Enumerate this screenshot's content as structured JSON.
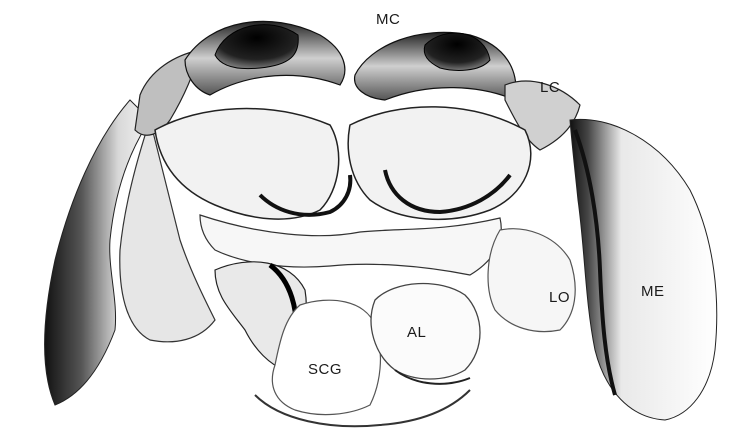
{
  "figure": {
    "subject": "brain",
    "labels": {
      "mc": "MC",
      "lc": "LC",
      "lo": "LO",
      "me": "ME",
      "al": "AL",
      "scg": "SCG"
    },
    "colors": {
      "background": "#ffffff",
      "outline": "#1a1a1a",
      "shade_light": "#d8d8d8",
      "shade_mid": "#9a9a9a",
      "shade_dark": "#111111"
    }
  }
}
